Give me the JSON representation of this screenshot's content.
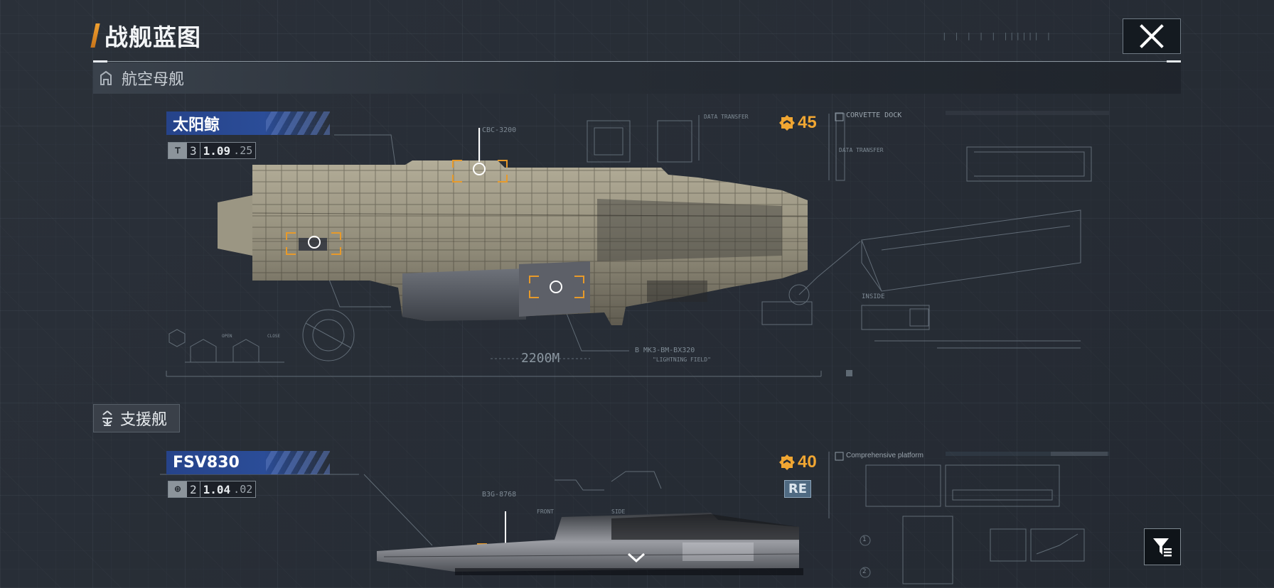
{
  "header": {
    "title": "战舰蓝图",
    "close_icon": "close-icon",
    "ticks": "| |  | |  |  |||||| |"
  },
  "category": {
    "icon": "carrier-class-icon",
    "label": "航空母舰"
  },
  "ships": [
    {
      "name": "太阳鲸",
      "type_icon": "fleet-insignia-icon",
      "tier": "3",
      "version_major": "1.09",
      "version_minor": ".25",
      "cost_icon": "command-point-icon",
      "cost": "45",
      "labels": {
        "top_weapon": "CBC-3200",
        "bottom_weapon": "B MK3-BM-BX320",
        "bottom_weapon_sub": "\"LIGHTNING FIELD\"",
        "length": "2200M",
        "dock": "CORVETTE DOCK",
        "data_transfer": "DATA TRANSFER",
        "data_transfer_2": "DATA TRANSFER",
        "open": "OPEN",
        "close": "CLOSE",
        "inside": "INSIDE"
      }
    },
    {
      "name": "FSV830",
      "type_icon": "globe-insignia-icon",
      "tier": "2",
      "version_major": "1.04",
      "version_minor": ".02",
      "cost_icon": "command-point-icon",
      "cost": "40",
      "badge": "RE",
      "labels": {
        "top_weapon": "B3G-8768",
        "platform": "Comprehensive platform",
        "front": "FRONT",
        "side": "SIDE",
        "marker_1": "1",
        "marker_2": "2"
      }
    }
  ],
  "support_section": {
    "icon": "support-ship-icon",
    "label": "支援舰"
  },
  "filter": {
    "icon": "filter-icon"
  },
  "scroll": {
    "icon": "chevron-down-icon"
  },
  "colors": {
    "accent": "#f0a632",
    "name_plate": "#2b4d98",
    "background": "#272d36"
  }
}
